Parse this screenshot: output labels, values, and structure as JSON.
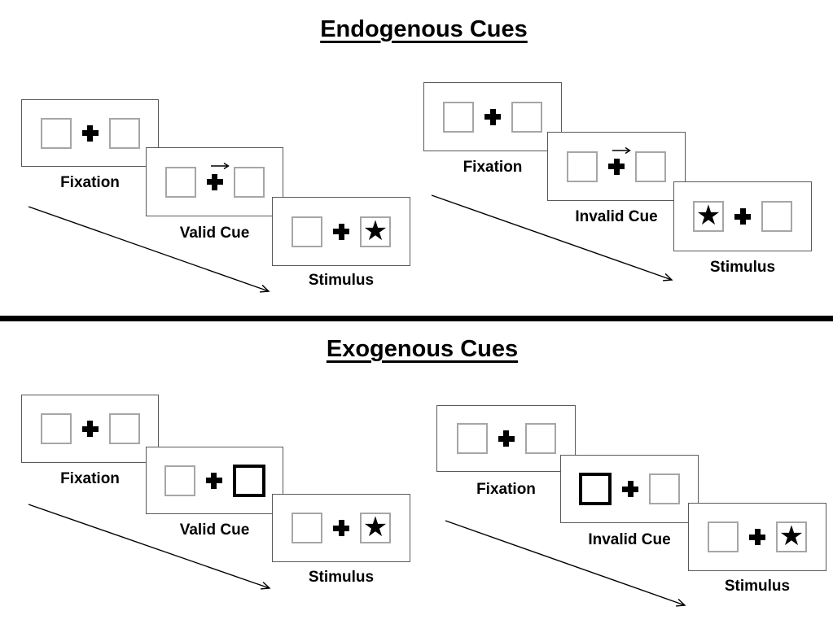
{
  "page": {
    "background": "#ffffff"
  },
  "colors": {
    "panel_border": "#595959",
    "box_border": "#a6a6a6",
    "cue_highlight_border": "#000000",
    "divider": "#000000",
    "text": "#000000"
  },
  "glyphs": {
    "star": "★"
  },
  "icons": {
    "fixation_cross": "bold-plus",
    "cue_arrow": "thin-right-arrow",
    "sequence_arrow": "diagonal-down-right-arrow"
  },
  "diagram": {
    "sections": [
      {
        "title": "Endogenous Cues",
        "sequences": [
          {
            "name": "valid",
            "panels": [
              {
                "label": "Fixation",
                "left_box": "empty",
                "right_box": "empty"
              },
              {
                "label": "Valid Cue",
                "left_box": "empty",
                "right_box": "empty",
                "cue": "central-arrow-pointing-right"
              },
              {
                "label": "Stimulus",
                "left_box": "empty",
                "right_box": "star"
              }
            ]
          },
          {
            "name": "invalid",
            "panels": [
              {
                "label": "Fixation",
                "left_box": "empty",
                "right_box": "empty"
              },
              {
                "label": "Invalid Cue",
                "left_box": "empty",
                "right_box": "empty",
                "cue": "central-arrow-pointing-right"
              },
              {
                "label": "Stimulus",
                "left_box": "star",
                "right_box": "empty"
              }
            ]
          }
        ]
      },
      {
        "title": "Exogenous Cues",
        "sequences": [
          {
            "name": "valid",
            "panels": [
              {
                "label": "Fixation",
                "left_box": "empty",
                "right_box": "empty"
              },
              {
                "label": "Valid Cue",
                "left_box": "empty",
                "right_box": "highlighted-bold-box"
              },
              {
                "label": "Stimulus",
                "left_box": "empty",
                "right_box": "star"
              }
            ]
          },
          {
            "name": "invalid",
            "panels": [
              {
                "label": "Fixation",
                "left_box": "empty",
                "right_box": "empty"
              },
              {
                "label": "Invalid Cue",
                "left_box": "highlighted-bold-box",
                "right_box": "empty"
              },
              {
                "label": "Stimulus",
                "left_box": "empty",
                "right_box": "star"
              }
            ]
          }
        ]
      }
    ]
  }
}
